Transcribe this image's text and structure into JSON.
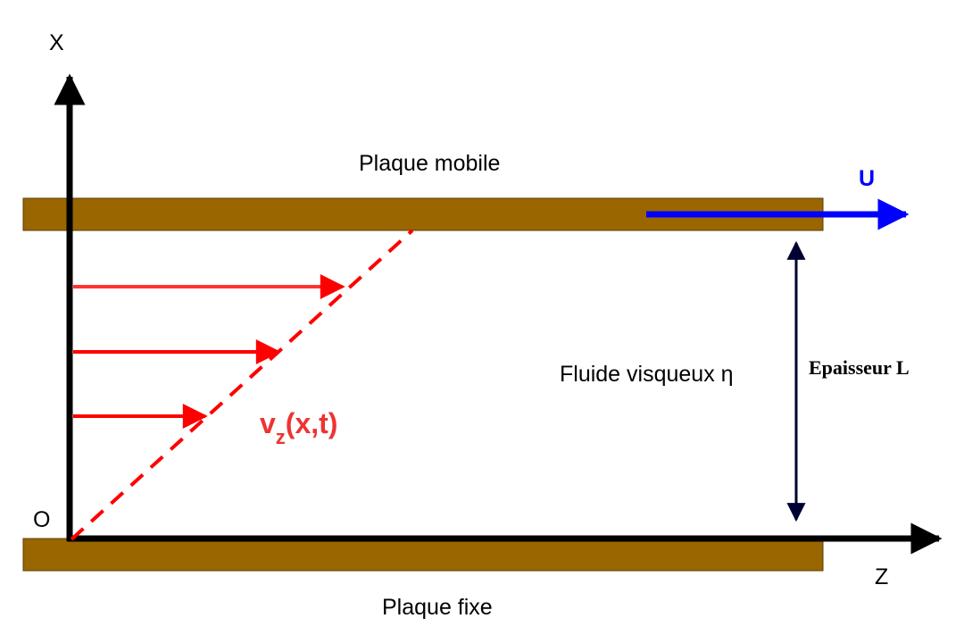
{
  "labels": {
    "axis_x": "X",
    "axis_z": "Z",
    "origin": "O",
    "top_plate": "Plaque mobile",
    "bottom_plate": "Plaque fixe",
    "velocity": "U",
    "fluid": "Fluide visqueux η",
    "thickness": "Epaisseur L",
    "profile_main": "v",
    "profile_sub": "z",
    "profile_args": "(x,t)"
  },
  "colors": {
    "plate": "#996600",
    "axis": "#000000",
    "velocity_arrow": "#0000ff",
    "profile": "#ff0000",
    "dimension_arrow": "#000033"
  }
}
